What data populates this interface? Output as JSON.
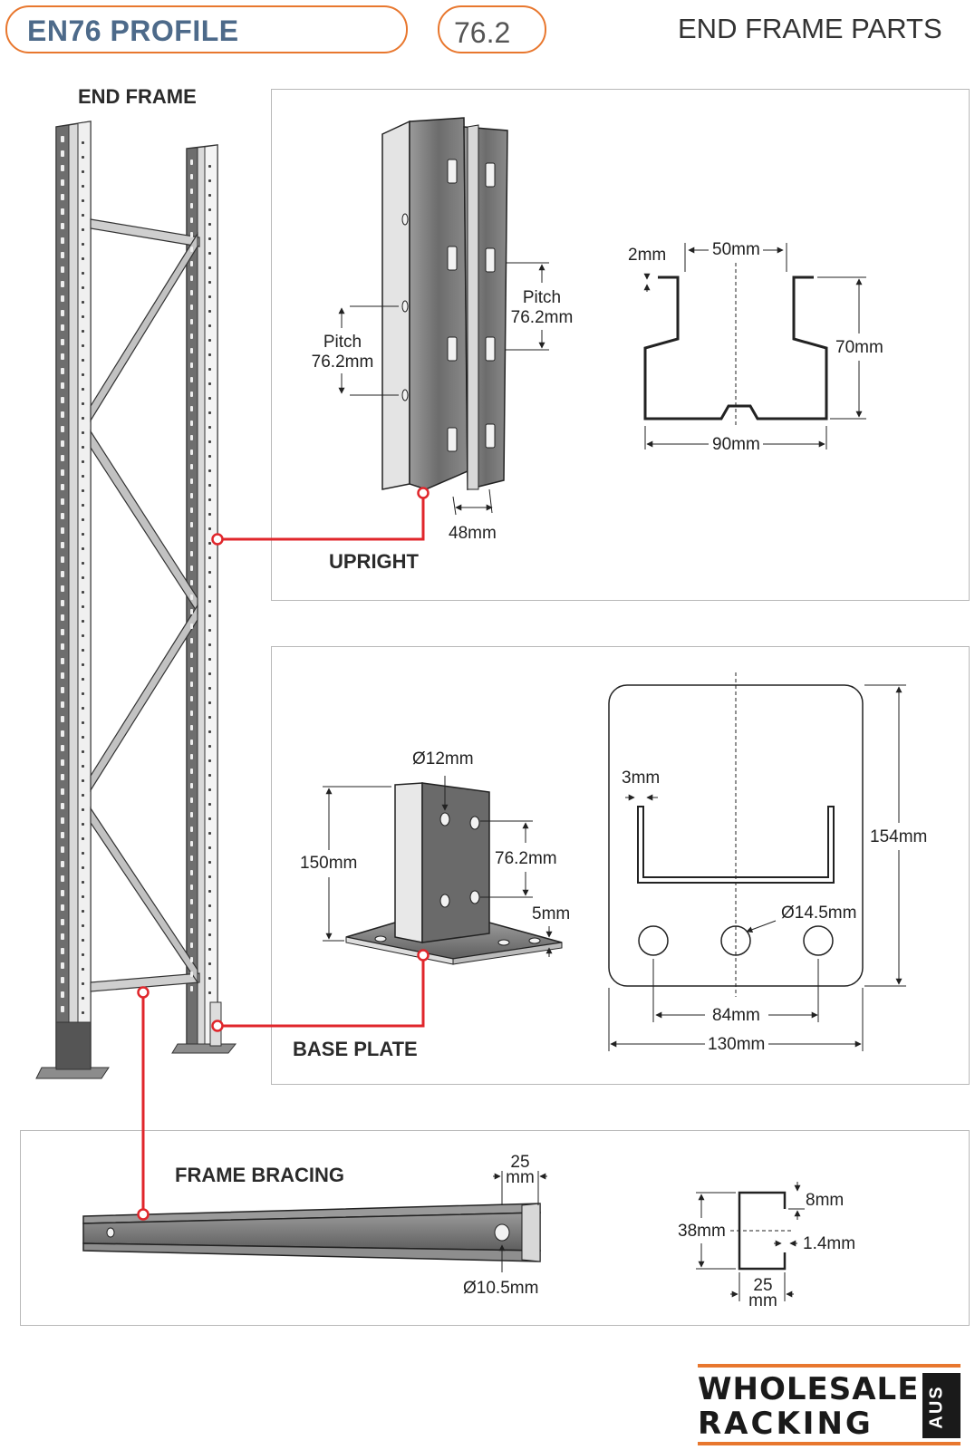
{
  "header": {
    "title": "EN76 PROFILE",
    "code": "76.2",
    "section_title": "END FRAME PARTS"
  },
  "end_frame": {
    "label": "END FRAME"
  },
  "upright": {
    "label": "UPRIGHT",
    "pitch_left_1": "Pitch",
    "pitch_left_2": "76.2mm",
    "pitch_right_1": "Pitch",
    "pitch_right_2": "76.2mm",
    "width": "48mm",
    "profile_thickness": "2mm",
    "profile_top_gap": "50mm",
    "profile_height": "70mm",
    "profile_width": "90mm"
  },
  "base_plate": {
    "label": "BASE PLATE",
    "hole_dia": "Ø12mm",
    "height": "150mm",
    "hole_pitch": "76.2mm",
    "plate_thickness": "5mm",
    "plan_thickness": "3mm",
    "plan_height": "154mm",
    "plan_hole_dia": "Ø14.5mm",
    "plan_hole_spacing": "84mm",
    "plan_width": "130mm"
  },
  "frame_bracing": {
    "label": "FRAME BRACING",
    "flange_width_1": "25",
    "flange_width_2": "mm",
    "hole_dia": "Ø10.5mm",
    "lip": "8mm",
    "height": "38mm",
    "thickness": "1.4mm",
    "bottom_width_1": "25",
    "bottom_width_2": "mm"
  },
  "logo": {
    "line1": "WHOLESALE",
    "line2": "RACKING",
    "country": "AUS"
  },
  "colors": {
    "accent": "#e8772e",
    "title_blue": "#4d6a8a",
    "callout_red": "#e0262b",
    "steel": "#7a7a7a"
  }
}
